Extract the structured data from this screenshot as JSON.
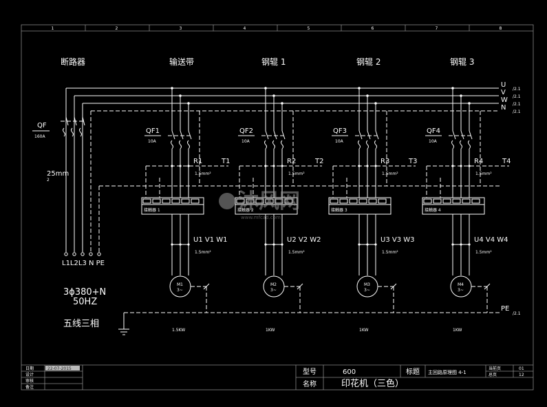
{
  "frame": {
    "columns": [
      "1",
      "2",
      "3",
      "4",
      "5",
      "6",
      "7",
      "8"
    ]
  },
  "headings": {
    "breaker": "断路器",
    "conveyor": "输送带",
    "roller1": "钢辊 1",
    "roller2": "钢辊 2",
    "roller3": "钢辊 3"
  },
  "bus": {
    "labels": [
      "U",
      "V",
      "W",
      "N"
    ],
    "refs": [
      "/2.1",
      "/2.1",
      "/2.1",
      "/2.1"
    ],
    "pe_label": "PE",
    "pe_ref": "/2.1"
  },
  "main_breaker": {
    "name": "QF",
    "rating": "160A",
    "cable": "25mm",
    "cable_sup": "2",
    "terminals": "L1L2L3 N PE"
  },
  "supply": {
    "line1": "3ϕ380+N",
    "line2": "50HZ",
    "line3": "五线三相"
  },
  "branches": [
    {
      "qf": "QF1",
      "rating": "10A",
      "r": "R1",
      "t": "T1",
      "cable_top": "1.5mm²",
      "contactor": "接触器 1",
      "motor_terminals": "U1  V1  W1",
      "cable_bottom": "1.5mm²",
      "motor": "M1",
      "motor_sub": "3~",
      "power": "1.5KW"
    },
    {
      "qf": "QF2",
      "rating": "10A",
      "r": "R2",
      "t": "T2",
      "cable_top": "1.5mm²",
      "contactor": "接触器 2",
      "motor_terminals": "U2  V2  W2",
      "cable_bottom": "1.5mm²",
      "motor": "M2",
      "motor_sub": "3~",
      "power": "1KW"
    },
    {
      "qf": "QF3",
      "rating": "10A",
      "r": "R3",
      "t": "T3",
      "cable_top": "1.5mm²",
      "contactor": "接触器 3",
      "motor_terminals": "U3  V3  W3",
      "cable_bottom": "1.5mm²",
      "motor": "M3",
      "motor_sub": "3~",
      "power": "1KW"
    },
    {
      "qf": "QF4",
      "rating": "10A",
      "r": "R4",
      "t": "T4",
      "cable_top": "1.5mm²",
      "contactor": "接触器 4",
      "motor_terminals": "U4  V4  W4",
      "cable_bottom": "1.5mm²",
      "motor": "M4",
      "motor_sub": "3~",
      "power": "1KW"
    }
  ],
  "title_block": {
    "left_labels": [
      "日期",
      "设计",
      "审核",
      "备注"
    ],
    "date": "22-07-2015",
    "model_label": "型号",
    "model_value": "600",
    "name_label": "名称",
    "name_value": "印花机（三色）",
    "title_label": "标题",
    "title_value": "主回路原理图 4-1",
    "page_label": "当前页",
    "page_value": "01",
    "total_label": "总页",
    "total_value": "12"
  },
  "watermark": {
    "text": "沐风网",
    "url": "www.mfcad.com"
  }
}
